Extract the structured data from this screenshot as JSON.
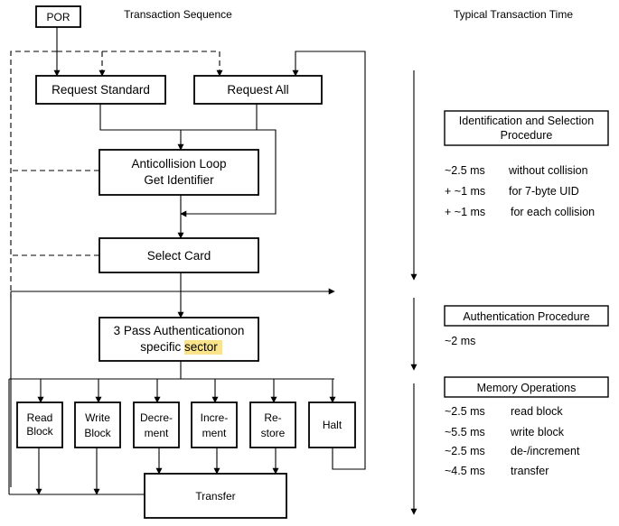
{
  "headers": {
    "sequence": "Transaction Sequence",
    "time": "Typical Transaction Time"
  },
  "flow": {
    "por": "POR",
    "request_standard": "Request Standard",
    "request_all": "Request All",
    "anticollision": [
      "Anticollision Loop",
      "Get Identifier"
    ],
    "select_card": "Select Card",
    "auth": {
      "line1": "3 Pass Authenticationon",
      "line2_prefix": "specific ",
      "line2_highlight": "sector"
    },
    "ops": {
      "read_block": [
        "Read",
        "Block"
      ],
      "write_block": [
        "Write",
        "Block"
      ],
      "decrement": [
        "Decre-",
        "ment"
      ],
      "increment": [
        "Incre-",
        "ment"
      ],
      "restore": [
        "Re-",
        "store"
      ],
      "halt": "Halt"
    },
    "transfer": "Transfer"
  },
  "timing": {
    "identification": {
      "title": [
        "Identification and Selection",
        "Procedure"
      ],
      "rows": [
        {
          "value": "~2.5 ms",
          "desc": "without collision"
        },
        {
          "value": "+ ~1 ms",
          "desc": "for 7-byte UID"
        },
        {
          "value": "+ ~1 ms",
          "desc": "for each collision"
        }
      ]
    },
    "authentication": {
      "title": "Authentication Procedure",
      "rows": [
        {
          "value": "~2 ms",
          "desc": ""
        }
      ]
    },
    "memory": {
      "title": "Memory Operations",
      "rows": [
        {
          "value": "~2.5 ms",
          "desc": "read block"
        },
        {
          "value": "~5.5 ms",
          "desc": "write block"
        },
        {
          "value": "~2.5 ms",
          "desc": "de-/increment"
        },
        {
          "value": "~4.5 ms",
          "desc": "transfer"
        }
      ]
    }
  },
  "colors": {
    "line": "#000000",
    "highlight": "#fbe38a"
  }
}
